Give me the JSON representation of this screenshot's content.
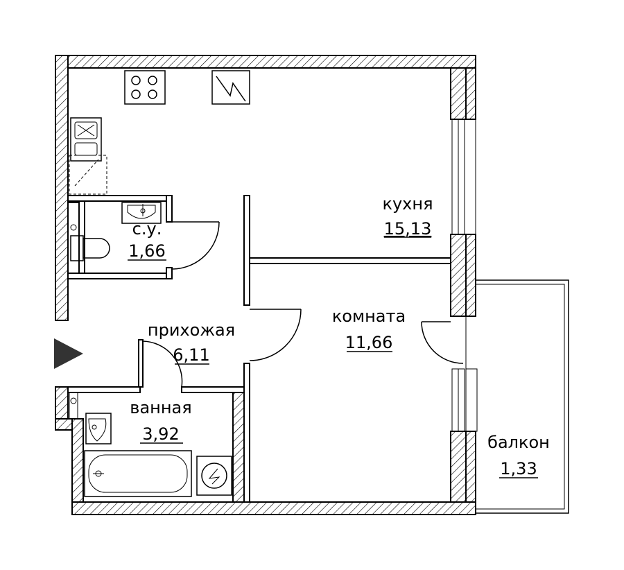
{
  "rooms": {
    "kitchen": {
      "name": "кухня",
      "area": "15,13"
    },
    "wc": {
      "name": "с.у.",
      "area": "1,66"
    },
    "hallway": {
      "name": "прихожая",
      "area": "6,11"
    },
    "room": {
      "name": "комната",
      "area": "11,66"
    },
    "bathroom": {
      "name": "ванная",
      "area": "3,92"
    },
    "balcony": {
      "name": "балкон",
      "area": "1,33"
    }
  },
  "icons": {
    "entrance": "entrance-arrow-icon",
    "stove": "stove-icon",
    "sink": "sink-icon",
    "toilet": "toilet-icon",
    "bathtub": "bathtub-icon",
    "washer": "washing-machine-icon",
    "vent": "ventilation-duct-icon"
  },
  "colors": {
    "line": "#000000",
    "background": "#ffffff"
  }
}
